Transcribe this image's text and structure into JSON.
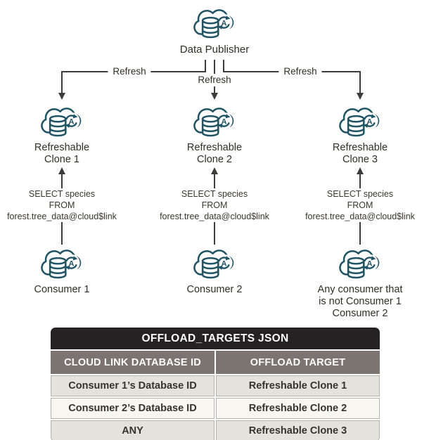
{
  "diagram": {
    "publisher_label": "Data Publisher",
    "refresh_label": "Refresh",
    "icon_letter": "A",
    "clones": [
      {
        "lines": [
          "Refreshable",
          "Clone 1"
        ]
      },
      {
        "lines": [
          "Refreshable",
          "Clone 2"
        ]
      },
      {
        "lines": [
          "Refreshable",
          "Clone 3"
        ]
      }
    ],
    "query_lines": [
      "SELECT species",
      "FROM",
      "forest.tree_data@cloud$link"
    ],
    "consumers": [
      {
        "lines": [
          "Consumer 1"
        ]
      },
      {
        "lines": [
          "Consumer 2"
        ]
      },
      {
        "lines": [
          "Any consumer that",
          "is not Consumer 1",
          "Consumer 2"
        ]
      }
    ]
  },
  "table": {
    "title": "OFFLOAD_TARGETS JSON",
    "columns": [
      "CLOUD LINK DATABASE ID",
      "OFFLOAD TARGET"
    ],
    "rows": [
      [
        "Consumer 1’s Database ID",
        "Refreshable Clone 1"
      ],
      [
        "Consumer 2’s Database ID",
        "Refreshable Clone 2"
      ],
      [
        "ANY",
        "Refreshable Clone 3"
      ]
    ]
  },
  "colors": {
    "icon_teal": "#205363",
    "connector": "#3c3c3b",
    "table_title_bg": "#262223",
    "table_header_bg": "#7b7470",
    "row_shade": "#e5e2db",
    "row_light": "#f8f6f1"
  }
}
